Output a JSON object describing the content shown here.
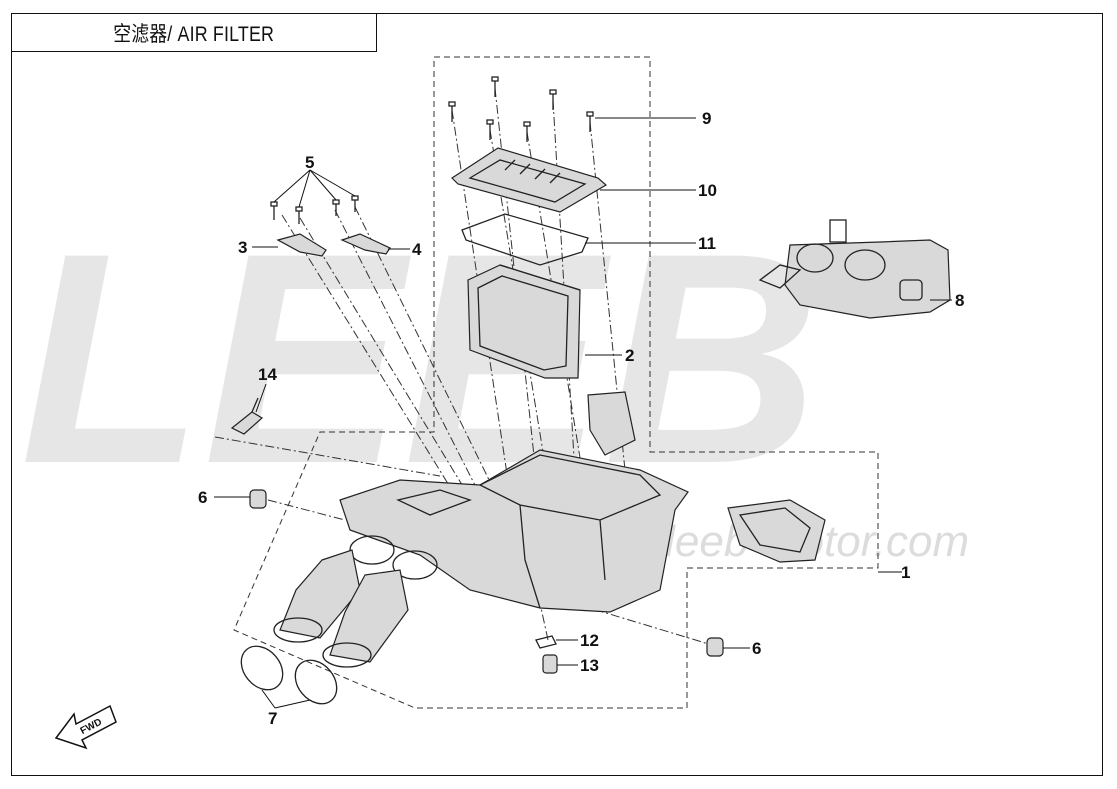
{
  "title": "空滤器/ AIR FILTER",
  "watermark": {
    "logo_text": "LEEB",
    "url_text": "www.leeb-motor.com"
  },
  "fwd_label": "FWD",
  "callouts": [
    {
      "id": "c1",
      "label": "1"
    },
    {
      "id": "c2",
      "label": "2"
    },
    {
      "id": "c3",
      "label": "3"
    },
    {
      "id": "c4",
      "label": "4"
    },
    {
      "id": "c5",
      "label": "5"
    },
    {
      "id": "c6a",
      "label": "6"
    },
    {
      "id": "c6b",
      "label": "6"
    },
    {
      "id": "c7",
      "label": "7"
    },
    {
      "id": "c8",
      "label": "8"
    },
    {
      "id": "c9",
      "label": "9"
    },
    {
      "id": "c10",
      "label": "10"
    },
    {
      "id": "c11",
      "label": "11"
    },
    {
      "id": "c12",
      "label": "12"
    },
    {
      "id": "c13",
      "label": "13"
    },
    {
      "id": "c14",
      "label": "14"
    }
  ],
  "colors": {
    "line": "#111111",
    "part_fill": "#d9d9d9",
    "watermark": "#e6e6e6"
  }
}
